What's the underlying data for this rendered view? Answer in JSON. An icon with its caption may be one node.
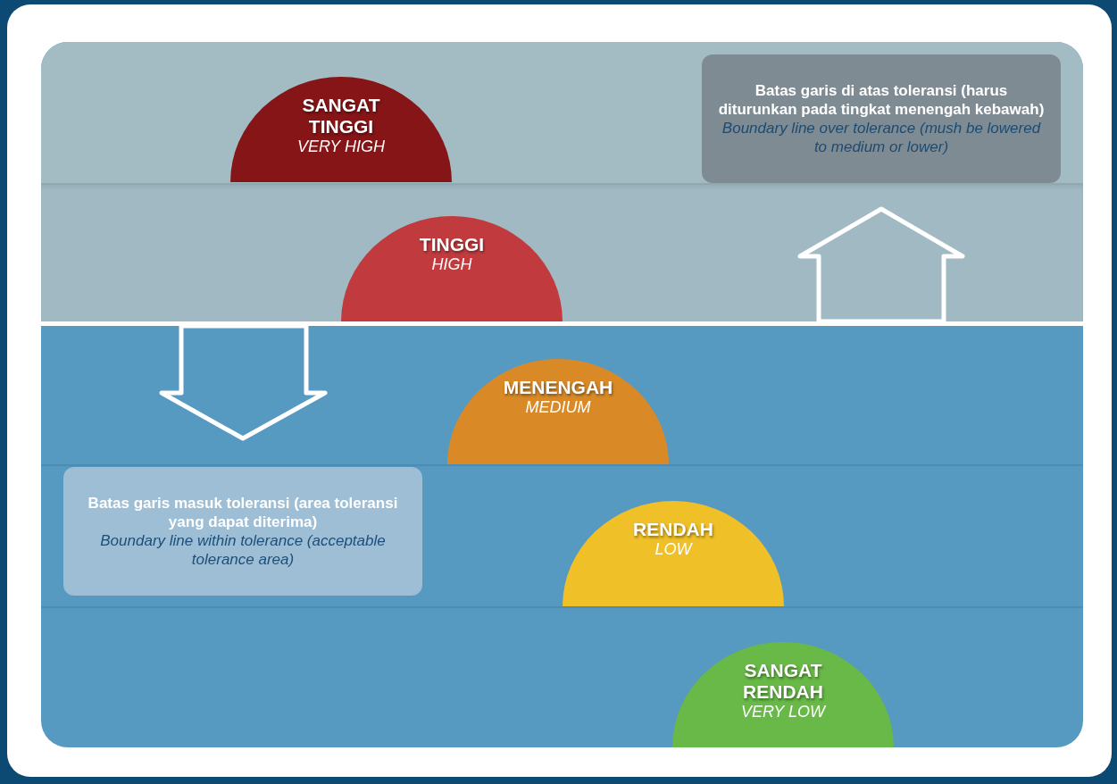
{
  "diagram": {
    "nodes": [
      {
        "text": [
          "SANGAT TINGGI",
          "VERY HIGH"
        ]
      },
      {
        "text": [
          "TINGGI",
          "HIGH"
        ]
      },
      {
        "text": [
          "MENENGAH",
          "MEDIUM"
        ]
      },
      {
        "text": [
          "RENDAH",
          "LOW"
        ]
      },
      {
        "text": [
          "SANGAT RENDAH",
          "VERY LOW"
        ]
      },
      {
        "text": [
          "Batas garis di atas toleransi (harus diturunkan pada tingkat menengah kebawah)",
          "Boundary line over tolerance (mush be lowered to medium or lower)"
        ]
      },
      {
        "text": [
          "Batas garis masuk toleransi (area toleransi yang dapat diterima)",
          "Boundary line within tolerance (acceptable tolerance area)"
        ]
      }
    ]
  }
}
